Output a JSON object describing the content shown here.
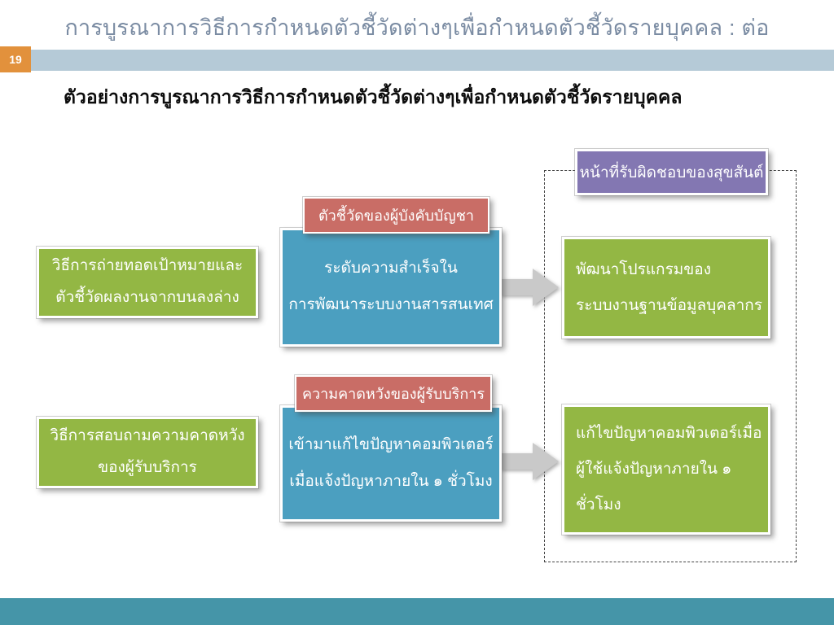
{
  "slide": {
    "title": "การบูรณาการวิธีการกำหนดตัวชี้วัดต่างๆเพื่อกำหนดตัวชี้วัดรายบุคคล : ต่อ",
    "page_number": "19",
    "heading": "ตัวอย่างการบูรณาการวิธีการกำหนดตัวชี้วัดต่างๆเพื่อกำหนดตัวชี้วัดรายบุคคล"
  },
  "diagram": {
    "responsibility_title": "หน้าที่รับผิดชอบของสุขสันต์",
    "rows": [
      {
        "tag": "ตัวชี้วัดของผู้บังคับบัญชา",
        "kpi": "ระดับความสำเร็จใน\nการพัฒนาระบบงานสารสนเทศ",
        "method": "วิธีการถ่ายทอดเป้าหมายและ\nตัวชี้วัดผลงานจากบนลงล่าง",
        "result": "พัฒนาโปรแกรมของ\nระบบงานฐานข้อมูลบุคลากร"
      },
      {
        "tag": "ความคาดหวังของผู้รับบริการ",
        "kpi": "เข้ามาแก้ไขปัญหาคอมพิวเตอร์\nเมื่อแจ้งปัญหาภายใน ๑ ชั่วโมง",
        "method": "วิธีการสอบถามความคาดหวัง\nของผู้รับบริการ",
        "result": "แก้ไขปัญหาคอมพิวเตอร์เมื่อ\nผู้ใช้แจ้งปัญหาภายใน ๑\nชั่วโมง"
      }
    ]
  },
  "colors": {
    "title_text": "#7b8ca3",
    "page_badge": "#e2913c",
    "header_bar": "#b5cad7",
    "bottom_bar": "#4595a8",
    "green_box": "#93b744",
    "blue_box": "#4b9fc0",
    "red_tag": "#c96d66",
    "purple_box": "#8377b2",
    "arrow": "#c9c9c9"
  }
}
